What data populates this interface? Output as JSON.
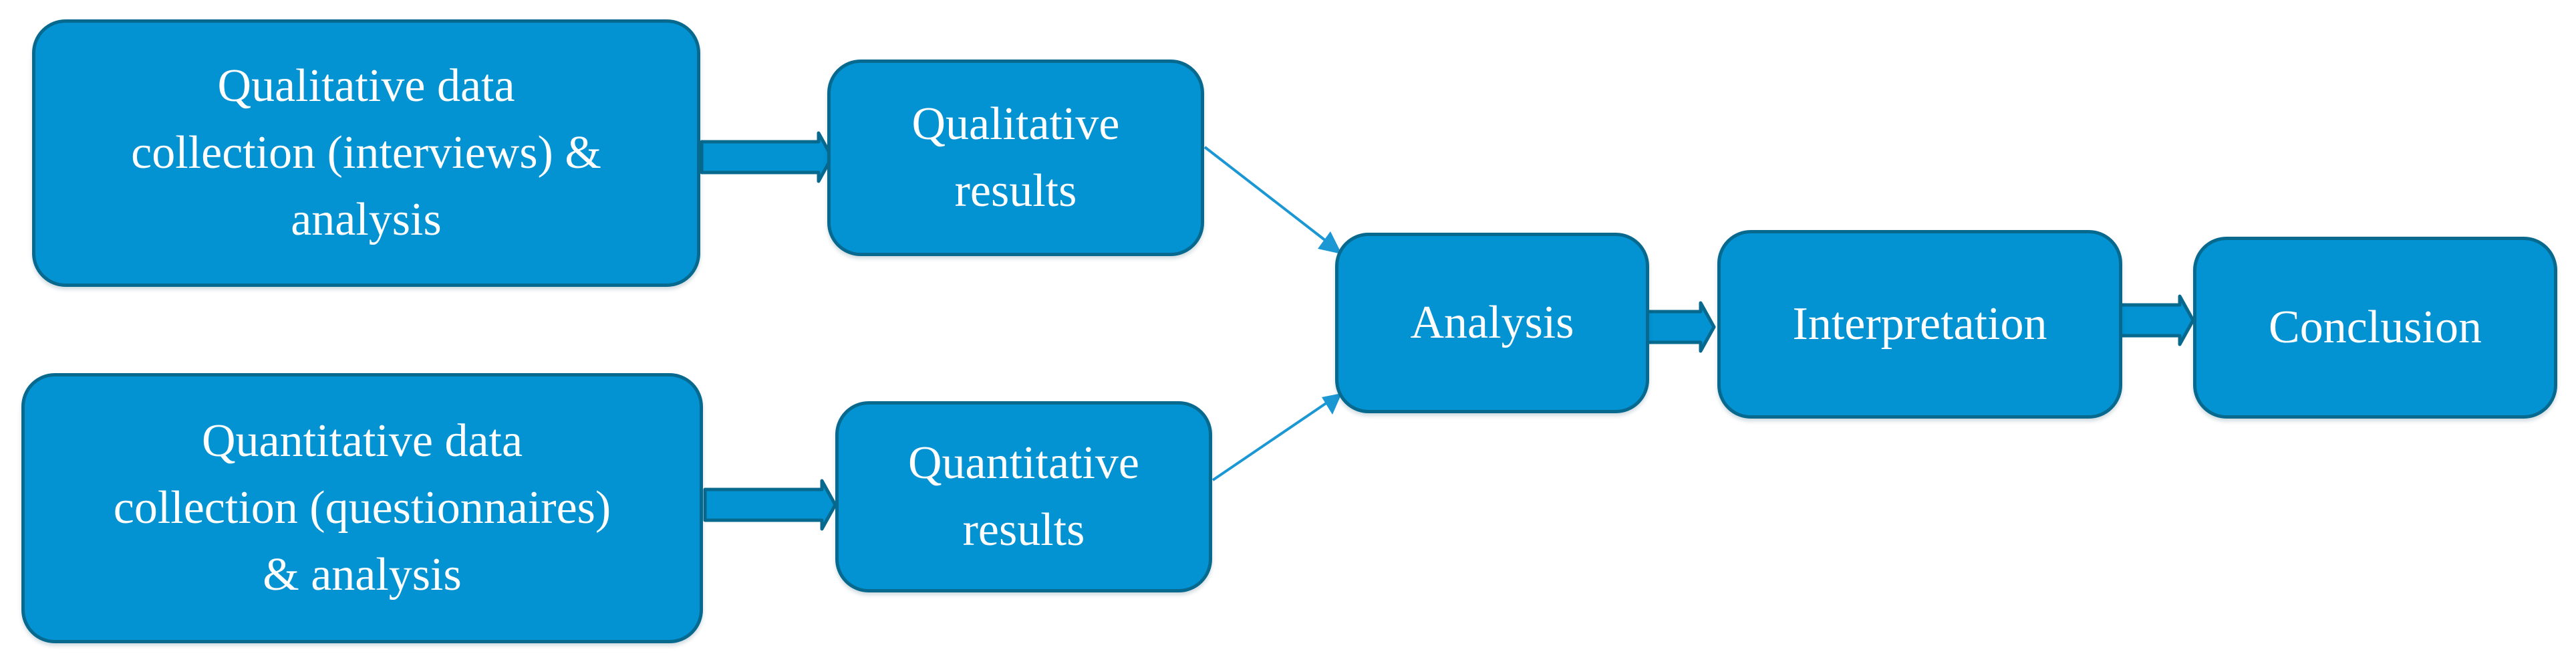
{
  "diagram": {
    "nodes": {
      "qual_collection": {
        "text": "Qualitative data\ncollection (interviews) &\nanalysis"
      },
      "quant_collection": {
        "text": "Quantitative data\ncollection (questionnaires)\n& analysis"
      },
      "qual_results": {
        "text": "Qualitative\nresults"
      },
      "quant_results": {
        "text": "Quantitative\nresults"
      },
      "analysis": {
        "text": "Analysis"
      },
      "interpretation": {
        "text": "Interpretation"
      },
      "conclusion": {
        "text": "Conclusion"
      }
    },
    "colors": {
      "node_fill": "#0393d2",
      "node_border": "#08698f",
      "node_text": "#ffffff",
      "connector": "#1b97d4"
    }
  }
}
